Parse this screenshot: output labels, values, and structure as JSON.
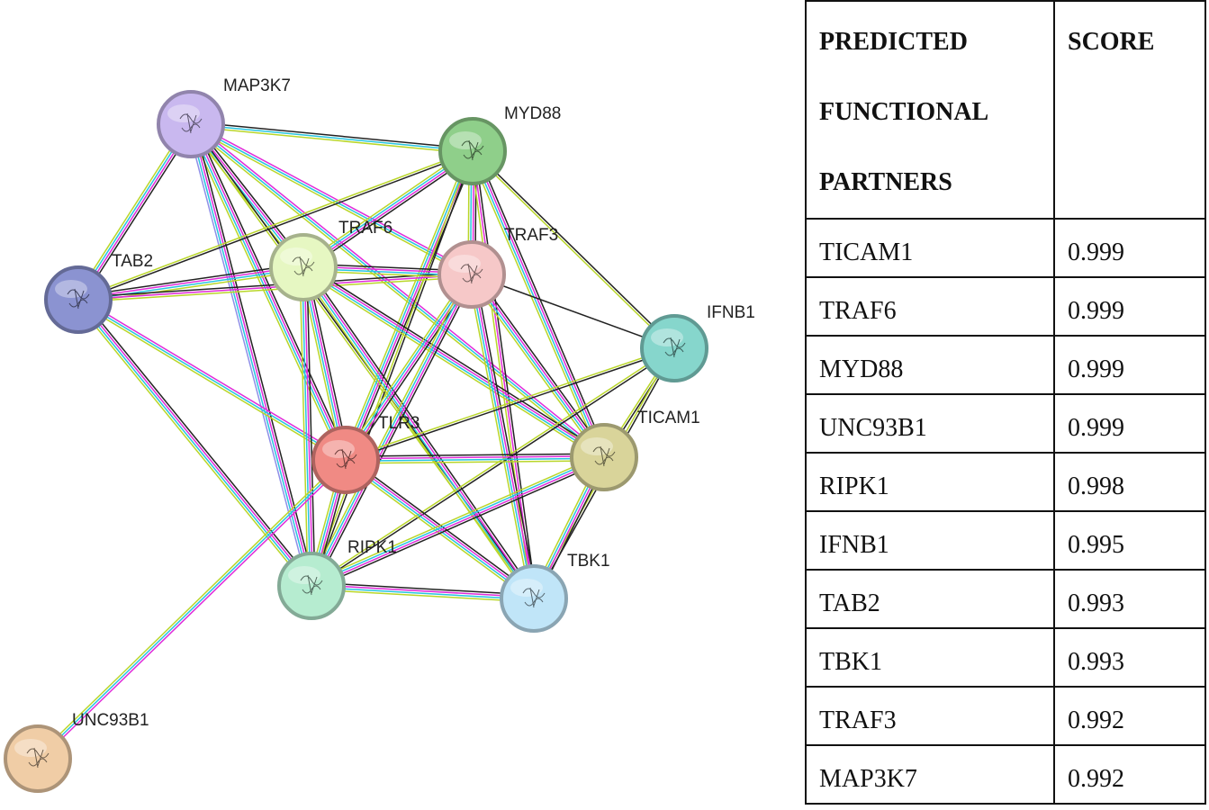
{
  "network": {
    "colors": {
      "TLR3": "#f08a84",
      "MAP3K7": "#c9b8ef",
      "MYD88": "#8fcf8a",
      "TAB2": "#8b93d1",
      "TRAF6": "#e6f7c2",
      "TRAF3": "#f6c8c8",
      "IFNB1": "#86d6cc",
      "TICAM1": "#d9d49a",
      "RIPK1": "#b6ecd0",
      "TBK1": "#c0e5f8",
      "UNC93B1": "#f0cda6"
    },
    "edge_colors": [
      "#222222",
      "#e02bd9",
      "#27c4e0",
      "#b9d629",
      "#8f8fe8"
    ],
    "nodes": [
      {
        "id": "MAP3K7",
        "label": "MAP3K7",
        "icon": "protein-structure-icon"
      },
      {
        "id": "MYD88",
        "label": "MYD88",
        "icon": "protein-structure-icon"
      },
      {
        "id": "TAB2",
        "label": "TAB2",
        "icon": "protein-structure-icon"
      },
      {
        "id": "TRAF6",
        "label": "TRAF6",
        "icon": "protein-structure-icon"
      },
      {
        "id": "TRAF3",
        "label": "TRAF3",
        "icon": "protein-structure-icon"
      },
      {
        "id": "IFNB1",
        "label": "IFNB1",
        "icon": "protein-structure-icon"
      },
      {
        "id": "TLR3",
        "label": "TLR3",
        "icon": "protein-structure-icon"
      },
      {
        "id": "TICAM1",
        "label": "TICAM1",
        "icon": "protein-structure-icon"
      },
      {
        "id": "RIPK1",
        "label": "RIPK1",
        "icon": "protein-structure-icon"
      },
      {
        "id": "TBK1",
        "label": "TBK1",
        "icon": "protein-structure-icon"
      },
      {
        "id": "UNC93B1",
        "label": "UNC93B1",
        "icon": "protein-structure-icon"
      }
    ],
    "edges": [
      {
        "a": "MAP3K7",
        "b": "MYD88",
        "evidence": [
          0,
          2,
          3
        ]
      },
      {
        "a": "MAP3K7",
        "b": "TRAF6",
        "evidence": [
          0,
          1,
          2,
          3
        ]
      },
      {
        "a": "MAP3K7",
        "b": "TRAF3",
        "evidence": [
          1,
          2,
          3
        ]
      },
      {
        "a": "MAP3K7",
        "b": "TAB2",
        "evidence": [
          0,
          1,
          2,
          3
        ]
      },
      {
        "a": "MAP3K7",
        "b": "TLR3",
        "evidence": [
          0,
          1,
          2,
          3
        ]
      },
      {
        "a": "MAP3K7",
        "b": "RIPK1",
        "evidence": [
          0,
          1,
          2,
          4
        ]
      },
      {
        "a": "MAP3K7",
        "b": "TICAM1",
        "evidence": [
          1,
          2,
          3
        ]
      },
      {
        "a": "MAP3K7",
        "b": "TBK1",
        "evidence": [
          0,
          3
        ]
      },
      {
        "a": "MYD88",
        "b": "TAB2",
        "evidence": [
          0,
          3
        ]
      },
      {
        "a": "MYD88",
        "b": "TRAF6",
        "evidence": [
          0,
          1,
          2,
          3
        ]
      },
      {
        "a": "MYD88",
        "b": "TRAF3",
        "evidence": [
          0,
          1,
          2,
          3
        ]
      },
      {
        "a": "MYD88",
        "b": "IFNB1",
        "evidence": [
          0,
          3
        ]
      },
      {
        "a": "MYD88",
        "b": "TLR3",
        "evidence": [
          0,
          1,
          2,
          3
        ]
      },
      {
        "a": "MYD88",
        "b": "TICAM1",
        "evidence": [
          0,
          1,
          2,
          3
        ]
      },
      {
        "a": "MYD88",
        "b": "RIPK1",
        "evidence": [
          0,
          3
        ]
      },
      {
        "a": "MYD88",
        "b": "TBK1",
        "evidence": [
          0,
          1,
          3
        ]
      },
      {
        "a": "TAB2",
        "b": "TRAF6",
        "evidence": [
          0,
          1,
          2,
          3
        ]
      },
      {
        "a": "TAB2",
        "b": "TRAF3",
        "evidence": [
          0,
          1,
          3
        ]
      },
      {
        "a": "TAB2",
        "b": "TLR3",
        "evidence": [
          1,
          2,
          3
        ]
      },
      {
        "a": "TAB2",
        "b": "RIPK1",
        "evidence": [
          0,
          1,
          2,
          3
        ]
      },
      {
        "a": "TRAF6",
        "b": "TRAF3",
        "evidence": [
          0,
          1,
          2,
          3
        ]
      },
      {
        "a": "TRAF6",
        "b": "TLR3",
        "evidence": [
          0,
          1,
          2,
          3
        ]
      },
      {
        "a": "TRAF6",
        "b": "TICAM1",
        "evidence": [
          0,
          1,
          2,
          3
        ]
      },
      {
        "a": "TRAF6",
        "b": "RIPK1",
        "evidence": [
          0,
          1,
          2,
          3
        ]
      },
      {
        "a": "TRAF6",
        "b": "TBK1",
        "evidence": [
          0,
          1,
          2,
          3
        ]
      },
      {
        "a": "TRAF3",
        "b": "IFNB1",
        "evidence": [
          0
        ]
      },
      {
        "a": "TRAF3",
        "b": "TLR3",
        "evidence": [
          0,
          1,
          2,
          3
        ]
      },
      {
        "a": "TRAF3",
        "b": "TICAM1",
        "evidence": [
          0,
          1,
          2,
          3
        ]
      },
      {
        "a": "TRAF3",
        "b": "RIPK1",
        "evidence": [
          0,
          1,
          2,
          3
        ]
      },
      {
        "a": "TRAF3",
        "b": "TBK1",
        "evidence": [
          0,
          1,
          2,
          3
        ]
      },
      {
        "a": "IFNB1",
        "b": "TLR3",
        "evidence": [
          0,
          3
        ]
      },
      {
        "a": "IFNB1",
        "b": "TICAM1",
        "evidence": [
          0,
          3
        ]
      },
      {
        "a": "IFNB1",
        "b": "RIPK1",
        "evidence": [
          0,
          3
        ]
      },
      {
        "a": "IFNB1",
        "b": "TBK1",
        "evidence": [
          0,
          3
        ]
      },
      {
        "a": "TLR3",
        "b": "TICAM1",
        "evidence": [
          0,
          1,
          2,
          3
        ]
      },
      {
        "a": "TLR3",
        "b": "RIPK1",
        "evidence": [
          0,
          1,
          2,
          3
        ]
      },
      {
        "a": "TLR3",
        "b": "TBK1",
        "evidence": [
          0,
          1,
          2,
          3
        ]
      },
      {
        "a": "TLR3",
        "b": "UNC93B1",
        "evidence": [
          1,
          2,
          3
        ]
      },
      {
        "a": "TICAM1",
        "b": "RIPK1",
        "evidence": [
          0,
          1,
          2,
          3
        ]
      },
      {
        "a": "TICAM1",
        "b": "TBK1",
        "evidence": [
          0,
          1,
          2,
          3
        ]
      },
      {
        "a": "RIPK1",
        "b": "TBK1",
        "evidence": [
          0,
          1,
          2,
          3
        ]
      }
    ]
  },
  "table": {
    "header": {
      "partner_lines": [
        "PREDICTED",
        "FUNCTIONAL",
        "PARTNERS"
      ],
      "score": "SCORE"
    },
    "rows": [
      {
        "partner": "TICAM1",
        "score": "0.999"
      },
      {
        "partner": "TRAF6",
        "score": "0.999"
      },
      {
        "partner": "MYD88",
        "score": "0.999"
      },
      {
        "partner": "UNC93B1",
        "score": "0.999"
      },
      {
        "partner": "RIPK1",
        "score": "0.998"
      },
      {
        "partner": "IFNB1",
        "score": "0.995"
      },
      {
        "partner": "TAB2",
        "score": "0.993"
      },
      {
        "partner": "TBK1",
        "score": "0.993"
      },
      {
        "partner": "TRAF3",
        "score": "0.992"
      },
      {
        "partner": "MAP3K7",
        "score": "0.992"
      }
    ]
  }
}
